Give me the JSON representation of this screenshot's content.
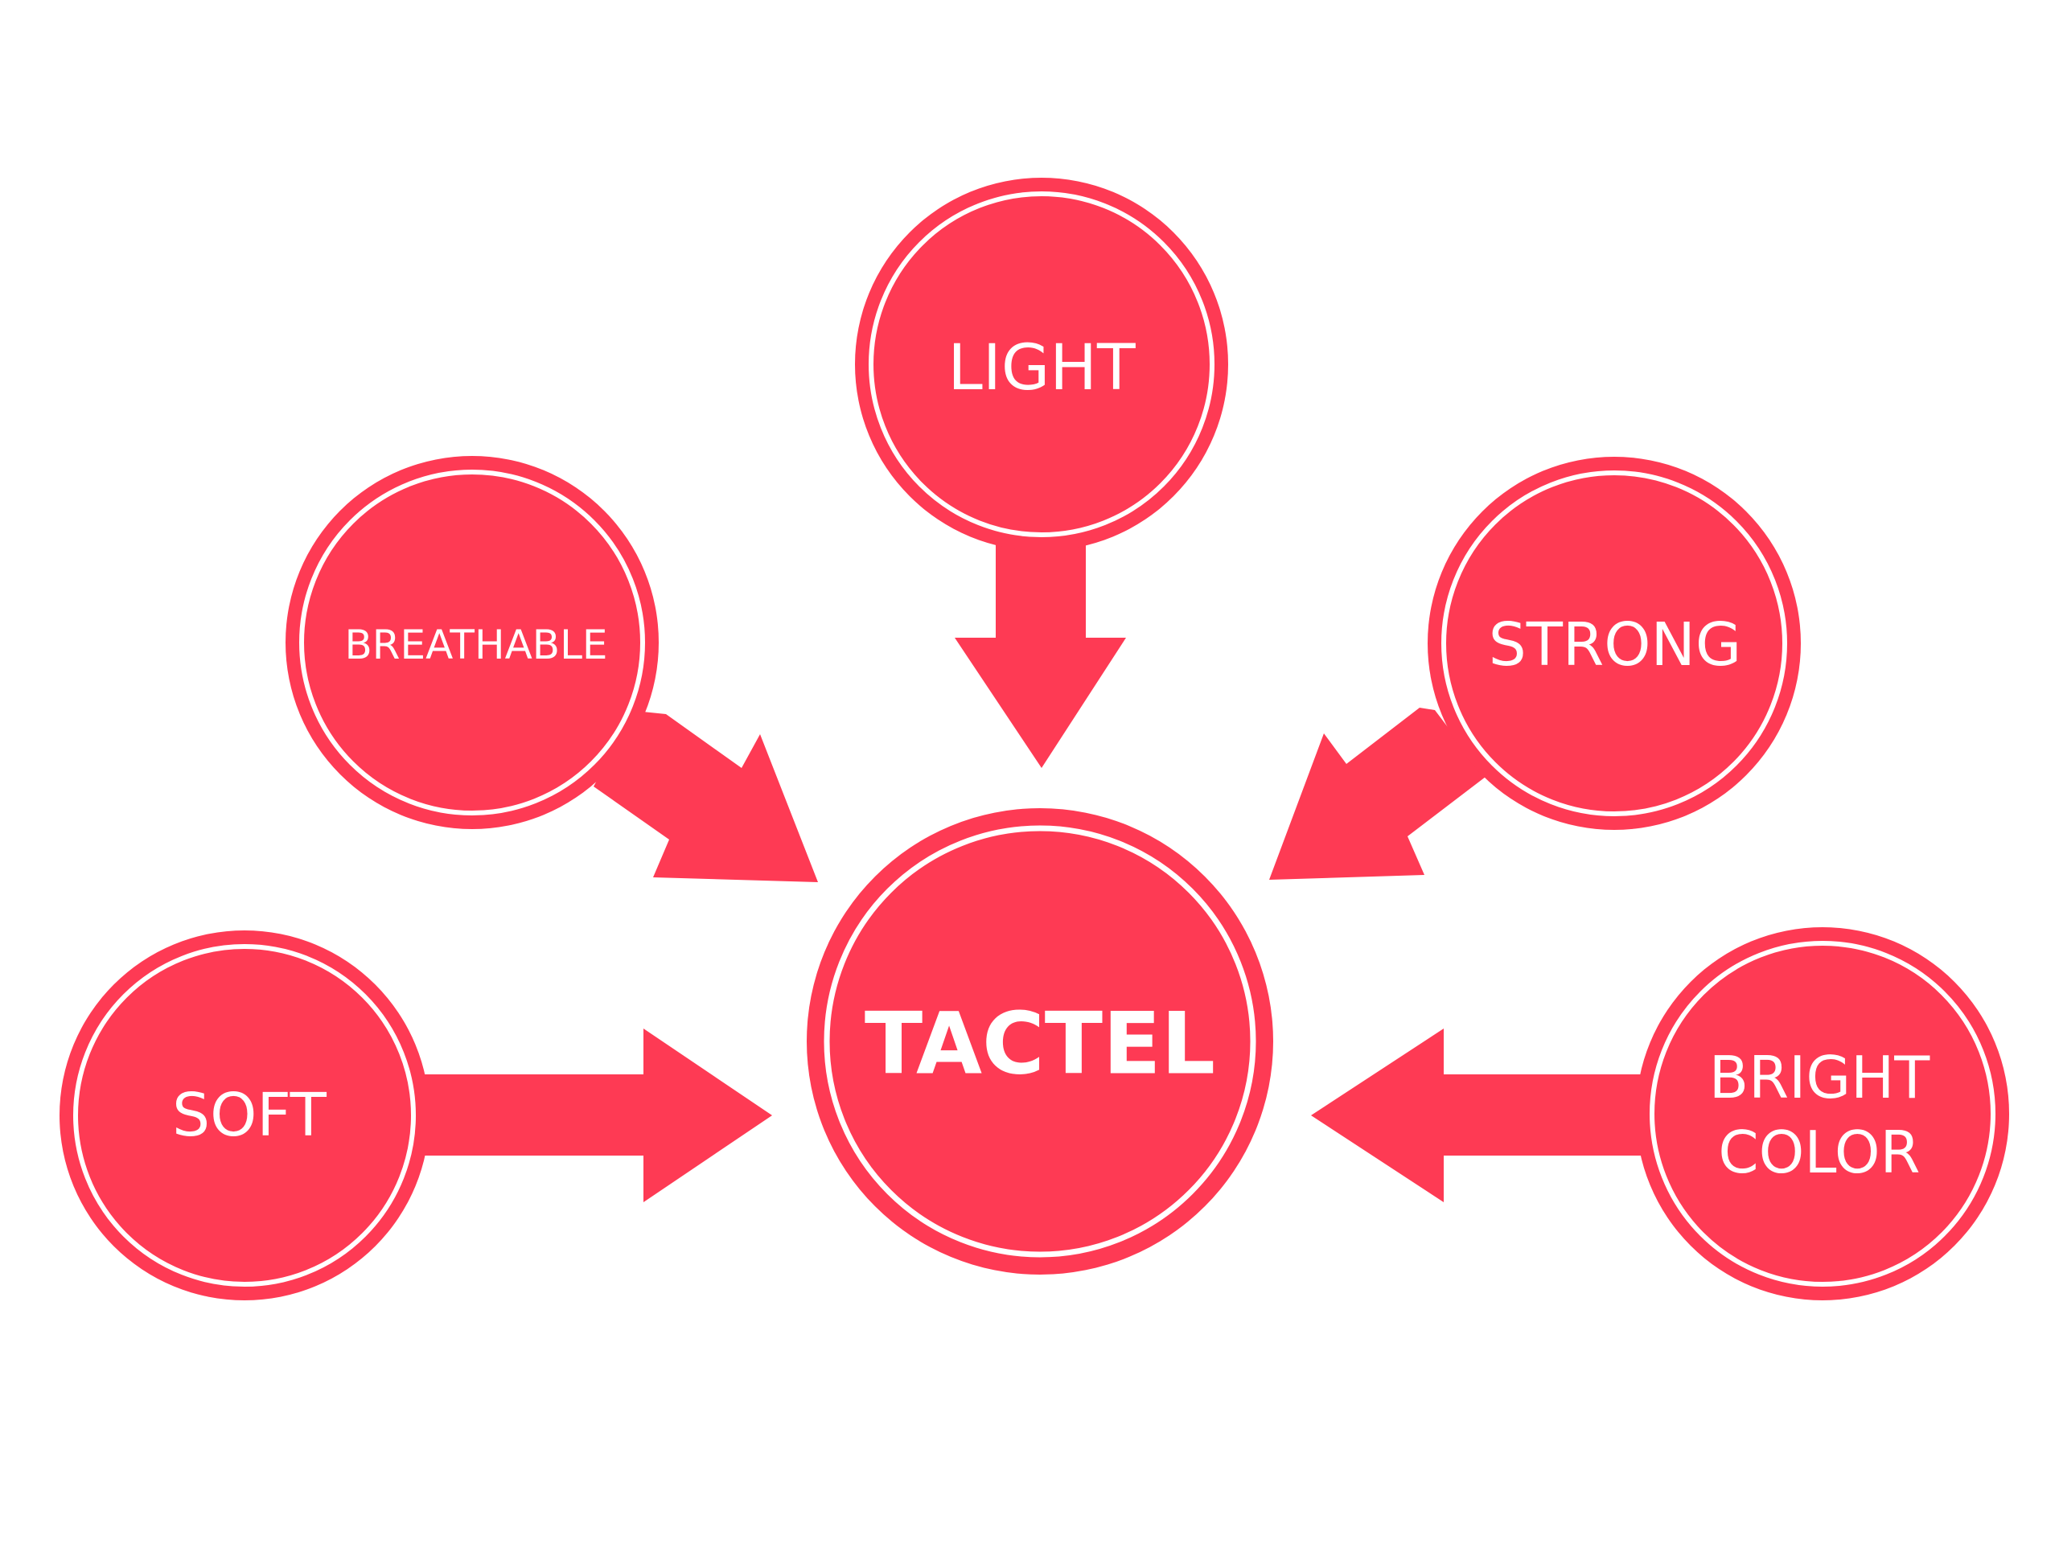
{
  "colors": {
    "background": "#ffffff",
    "accent": "#fe3a54",
    "ring": "#ffffff",
    "text": "#ffffff"
  },
  "center": {
    "label": "TACTEL"
  },
  "attributes": {
    "light": {
      "label": "LIGHT"
    },
    "breathable": {
      "label": "BREATHABLE"
    },
    "strong": {
      "label": "STRONG"
    },
    "soft": {
      "label": "SOFT"
    },
    "bright_color": {
      "line1": "BRIGHT",
      "line2": "COLOR"
    }
  }
}
